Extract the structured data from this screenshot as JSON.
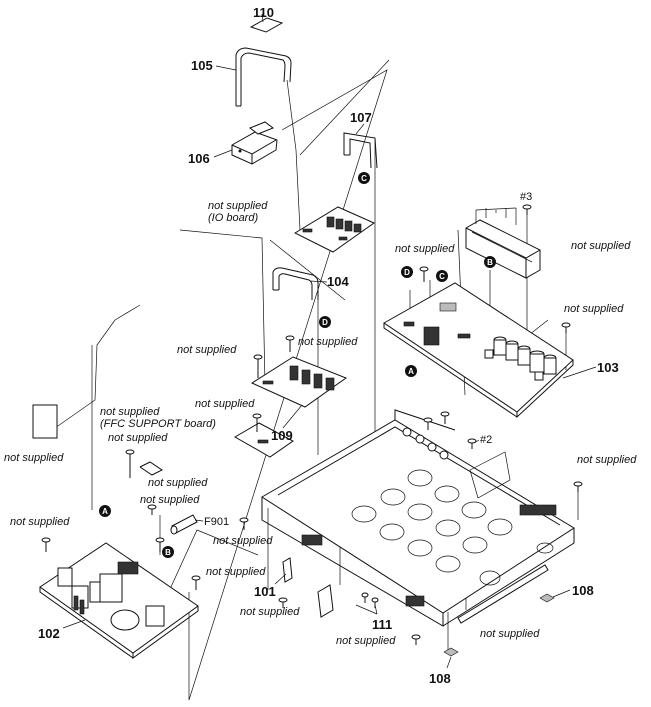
{
  "callouts": {
    "c101": "101",
    "c102": "102",
    "c103": "103",
    "c104": "104",
    "c105": "105",
    "c106": "106",
    "c107": "107",
    "c108": "108",
    "c109": "109",
    "c110": "110",
    "c111": "111",
    "f901": "F901",
    "screw2": "#2",
    "screw3": "#3"
  },
  "labels": {
    "not_supplied": "not supplied",
    "io_board": "(IO board)",
    "ffc_support_board": "(FFC SUPPORT board)"
  },
  "markers": {
    "a": "A",
    "b": "B",
    "c": "C",
    "d": "D"
  }
}
